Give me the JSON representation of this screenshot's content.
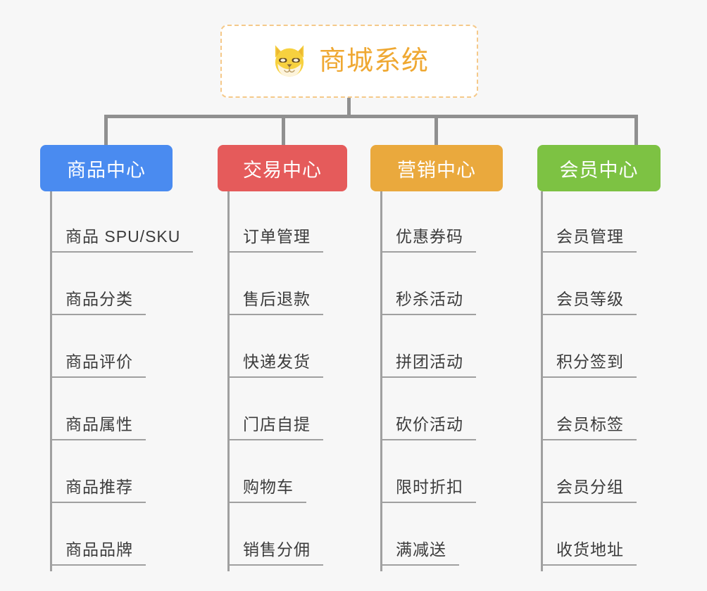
{
  "page": {
    "background_color": "#f7f7f7",
    "type": "organization-chart"
  },
  "root": {
    "title": "商城系统",
    "icon": "shiba-dog-face-icon",
    "text_color": "#efa832",
    "border_color": "#f5c98a",
    "background_color": "#ffffff"
  },
  "columns": [
    {
      "header": "商品中心",
      "color": "#4a8bf0",
      "items": [
        "商品 SPU/SKU",
        "商品分类",
        "商品评价",
        "商品属性",
        "商品推荐",
        "商品品牌"
      ]
    },
    {
      "header": "交易中心",
      "color": "#e55b5b",
      "items": [
        "订单管理",
        "售后退款",
        "快递发货",
        "门店自提",
        "购物车",
        "销售分佣"
      ]
    },
    {
      "header": "营销中心",
      "color": "#eaa93d",
      "items": [
        "优惠券码",
        "秒杀活动",
        "拼团活动",
        "砍价活动",
        "限时折扣",
        "满减送"
      ]
    },
    {
      "header": "会员中心",
      "color": "#7dc243",
      "items": [
        "会员管理",
        "会员等级",
        "积分签到",
        "会员标签",
        "会员分组",
        "收货地址"
      ]
    }
  ],
  "connector": {
    "color": "#909090"
  }
}
